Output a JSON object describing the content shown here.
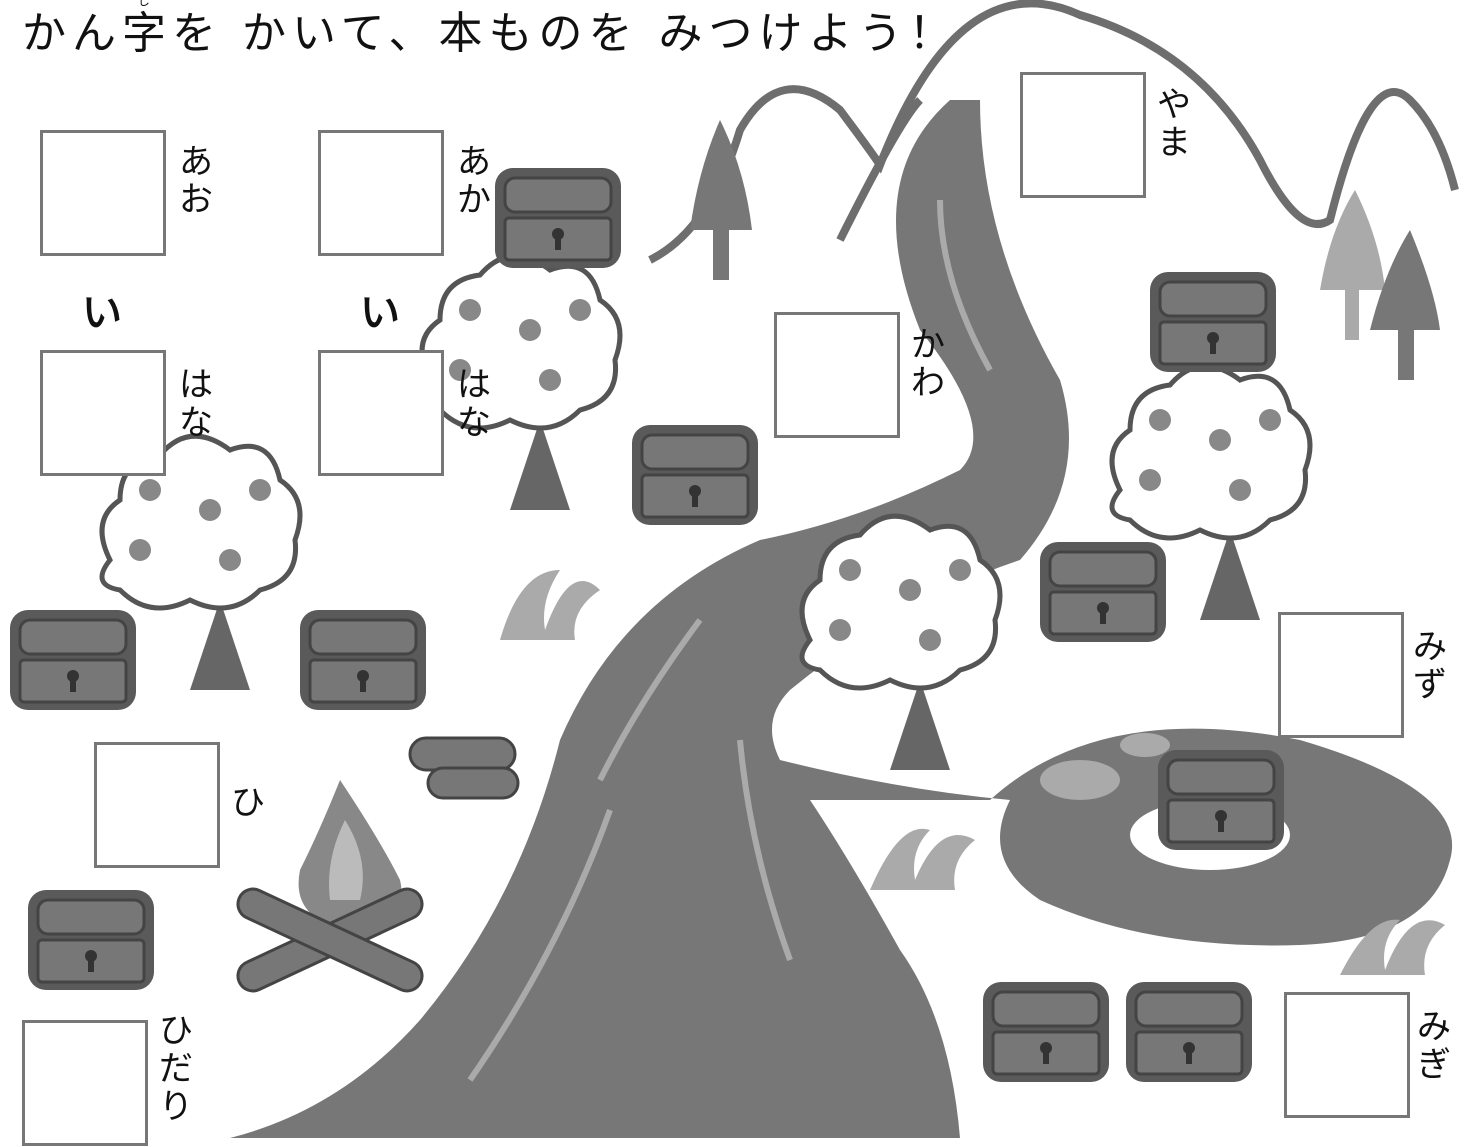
{
  "title": "かん字を かいて、本ものを みつけよう！",
  "title_ruby": "じ",
  "kanji_prompts": {
    "ao": "あお",
    "aka": "あか",
    "joiner_left": "い",
    "joiner_right": "い",
    "hana_left": "はな",
    "hana_right": "はな",
    "yama": "やま",
    "kawa": "かわ",
    "hi": "ひ",
    "hidari": "ひだり",
    "mizu": "みず",
    "migi": "みぎ"
  },
  "icons": {
    "treasure_chest": "treasure-chest-icon",
    "tree": "flower-tree-icon",
    "campfire": "campfire-icon",
    "river": "river",
    "mountain": "mountain"
  }
}
